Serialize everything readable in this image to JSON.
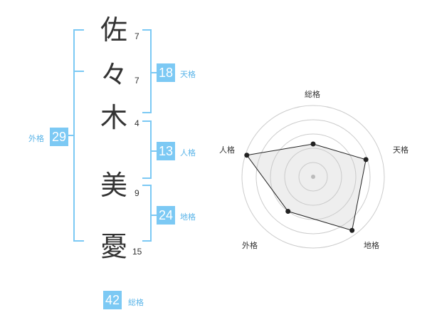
{
  "characters": [
    {
      "char": "佐",
      "strokes": "7"
    },
    {
      "char": "々",
      "strokes": "7"
    },
    {
      "char": "木",
      "strokes": "4"
    },
    {
      "char": "美",
      "strokes": "9"
    },
    {
      "char": "憂",
      "strokes": "15"
    }
  ],
  "fortunes": {
    "tenkaku": {
      "value": "18",
      "label": "天格"
    },
    "jinkaku": {
      "value": "13",
      "label": "人格"
    },
    "chikaku": {
      "value": "24",
      "label": "地格"
    },
    "gaikaku": {
      "value": "29",
      "label": "外格"
    },
    "soukaku": {
      "value": "42",
      "label": "総格"
    }
  },
  "radar": {
    "axes": [
      "総格",
      "天格",
      "地格",
      "外格",
      "人格"
    ],
    "values": [
      0.46,
      0.78,
      0.93,
      0.6,
      0.98
    ]
  },
  "colors": {
    "accent": "#7cc9f4",
    "accent_text": "#5ab4e8",
    "bracket": "#7cc9f4"
  }
}
